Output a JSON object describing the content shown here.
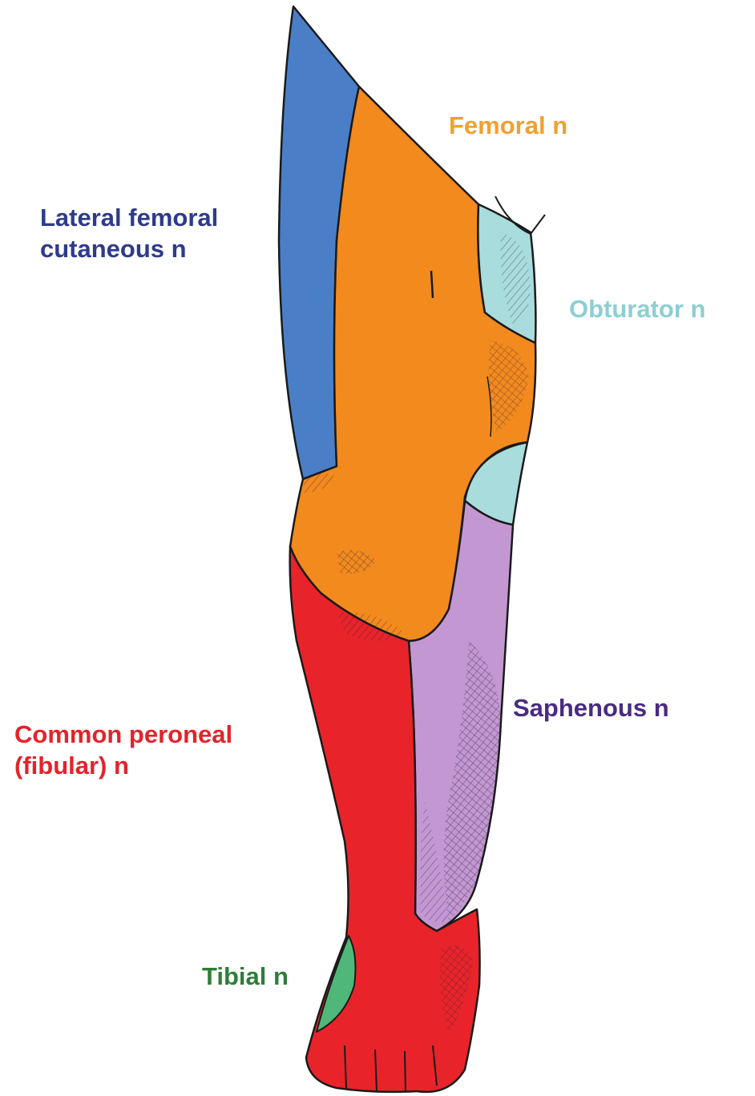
{
  "labels": {
    "femoral": {
      "text": "Femoral n",
      "color": "#f0a030"
    },
    "lateral_femoral_cutaneous": {
      "line1": "Lateral femoral",
      "line2": "cutaneous n",
      "color": "#2e3a8c"
    },
    "obturator": {
      "text": "Obturator n",
      "color": "#8ccfd3"
    },
    "saphenous": {
      "text": "Saphenous n",
      "color": "#4a2a82"
    },
    "common_peroneal": {
      "line1": "Common peroneal",
      "line2": "(fibular) n",
      "color": "#e2242a"
    },
    "tibial": {
      "text": "Tibial n",
      "color": "#2e7d3a"
    }
  },
  "regions": {
    "lateral_femoral_cutaneous": {
      "fill": "#4a7fc8"
    },
    "femoral": {
      "fill": "#f28a1e"
    },
    "obturator": {
      "fill": "#a9dcdc"
    },
    "saphenous": {
      "fill": "#c398d2"
    },
    "common_peroneal": {
      "fill": "#e8242a"
    },
    "tibial": {
      "fill": "#4fb878"
    }
  }
}
